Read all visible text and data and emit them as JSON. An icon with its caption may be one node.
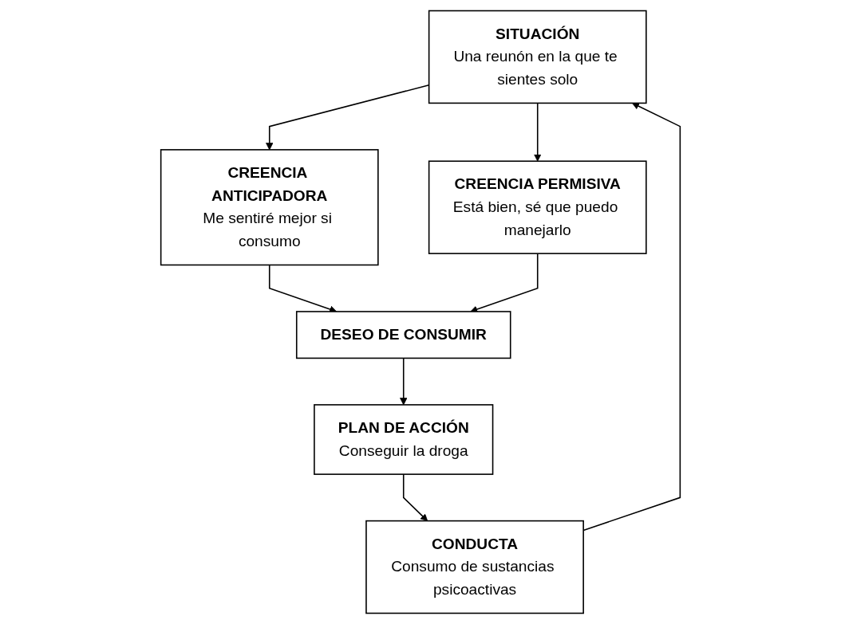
{
  "diagram": {
    "nodes": [
      {
        "text": [
          "SITUACIÓN",
          "Una reunón en la que te sientes solo"
        ]
      },
      {
        "text": [
          "CREENCIA ANTICIPADORA",
          "Me sentiré mejor si consumo"
        ]
      },
      {
        "text": [
          "CREENCIA PERMISIVA",
          "Está bien, sé que puedo manejarlo"
        ]
      },
      {
        "text": [
          "DESEO DE CONSUMIR"
        ]
      },
      {
        "text": [
          "PLAN DE ACCIÓN",
          "Conseguir la droga"
        ]
      },
      {
        "text": [
          "CONDUCTA",
          "Consumo de sustancias psicoactivas"
        ]
      }
    ],
    "edges": [
      {
        "from": 0,
        "to": 1,
        "arrow": "to"
      },
      {
        "from": 0,
        "to": 2,
        "arrow": "to"
      },
      {
        "from": 1,
        "to": 3,
        "arrow": "to"
      },
      {
        "from": 2,
        "to": 3,
        "arrow": "to"
      },
      {
        "from": 3,
        "to": 4,
        "arrow": "to"
      },
      {
        "from": 4,
        "to": 5,
        "arrow": "to"
      },
      {
        "from": 5,
        "to": 0,
        "arrow": "to"
      }
    ]
  }
}
